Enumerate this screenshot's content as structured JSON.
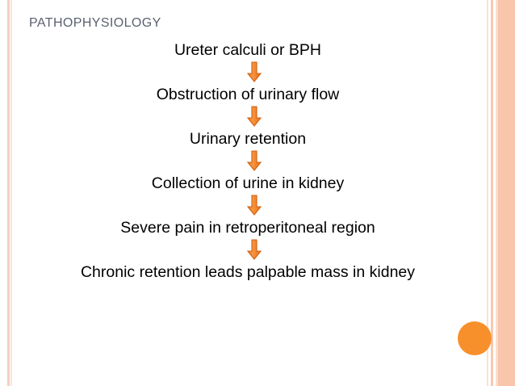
{
  "slide": {
    "title": "Pathophysiology",
    "background_color": "#ffffff",
    "title_color": "#5a6170",
    "accent_color": "#f7902b",
    "band_color": "#f9c5ab"
  },
  "flow": {
    "arrow_icon": "down-arrow-icon",
    "steps": [
      {
        "label": "Ureter calculi or BPH"
      },
      {
        "label": "Obstruction of urinary flow"
      },
      {
        "label": "Urinary retention"
      },
      {
        "label": "Collection of urine in kidney"
      },
      {
        "label": "Severe pain in retroperitoneal region"
      },
      {
        "label": "Chronic retention leads palpable mass in kidney"
      }
    ]
  },
  "decor": {
    "circle_name": "orange-circle-accent",
    "left_stripe_name": "left-accent-stripe",
    "right_band_name": "right-accent-band"
  }
}
